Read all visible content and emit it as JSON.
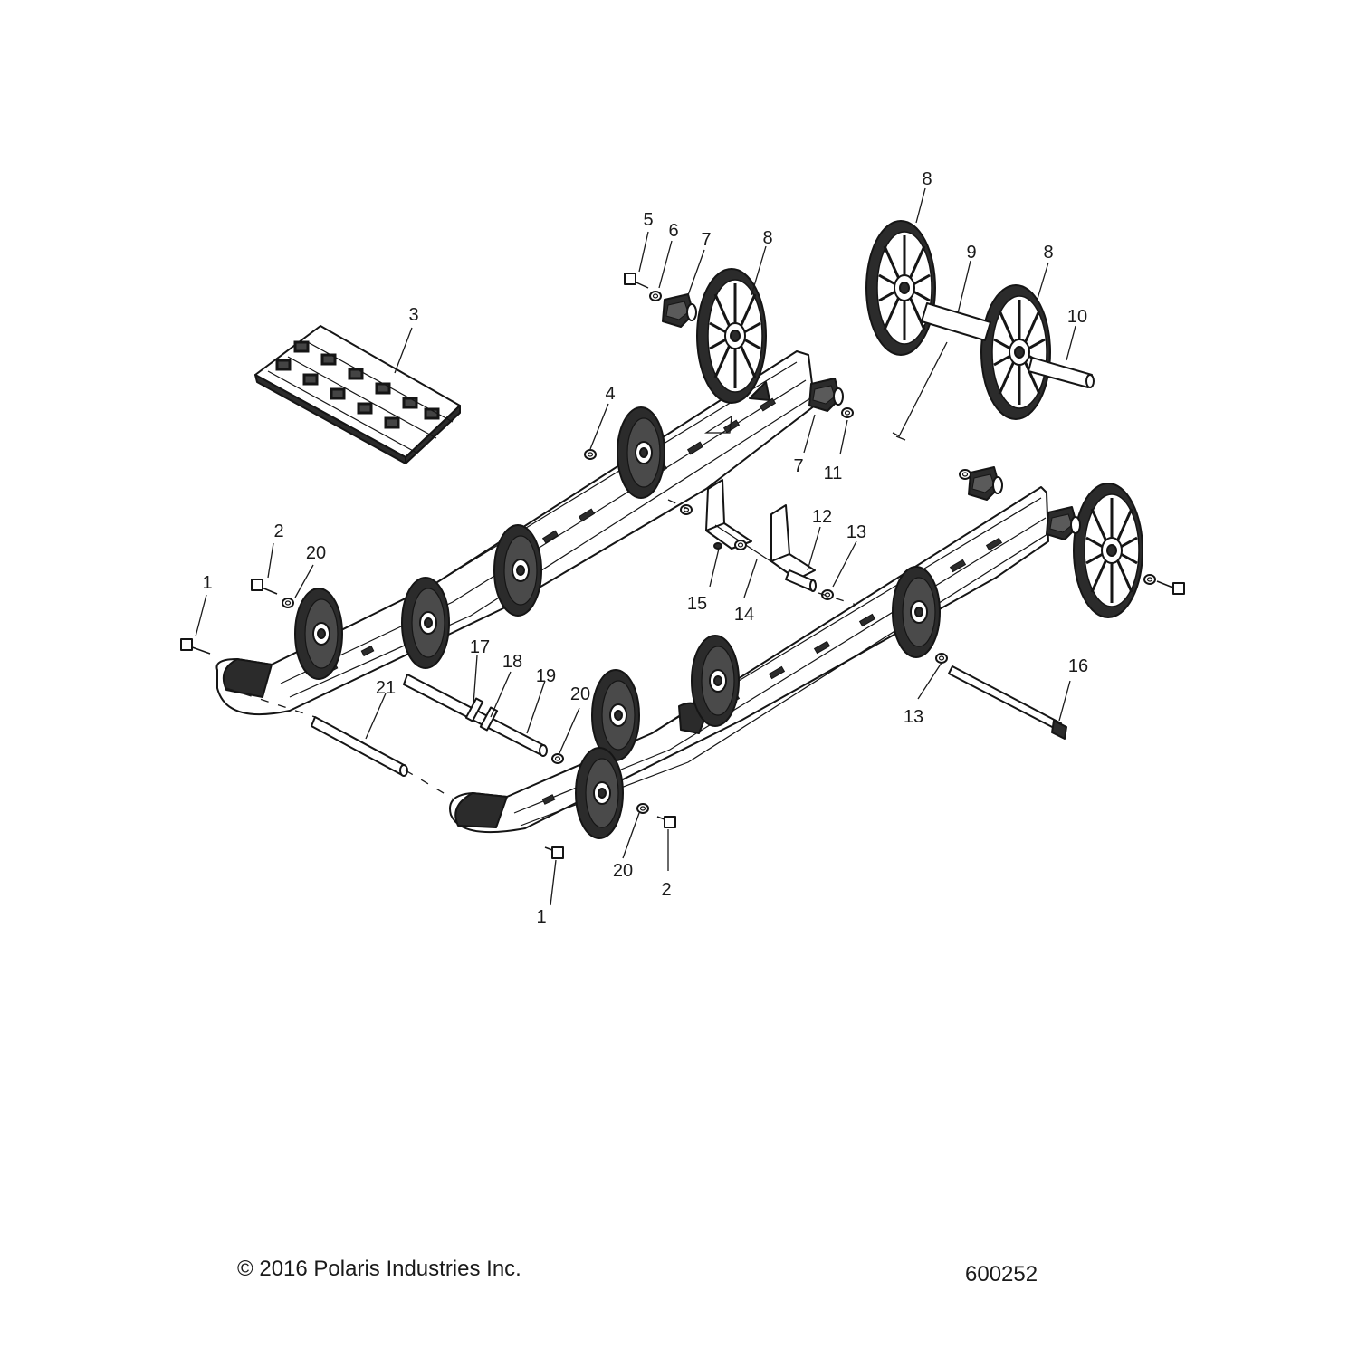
{
  "diagram": {
    "callouts": [
      "1",
      "2",
      "3",
      "4",
      "5",
      "6",
      "7",
      "8",
      "9",
      "10",
      "11",
      "12",
      "13",
      "14",
      "15",
      "16",
      "17",
      "18",
      "19",
      "20",
      "21"
    ]
  },
  "footer": {
    "copyright": "© 2016 Polaris Industries Inc.",
    "drawing_number": "600252"
  }
}
